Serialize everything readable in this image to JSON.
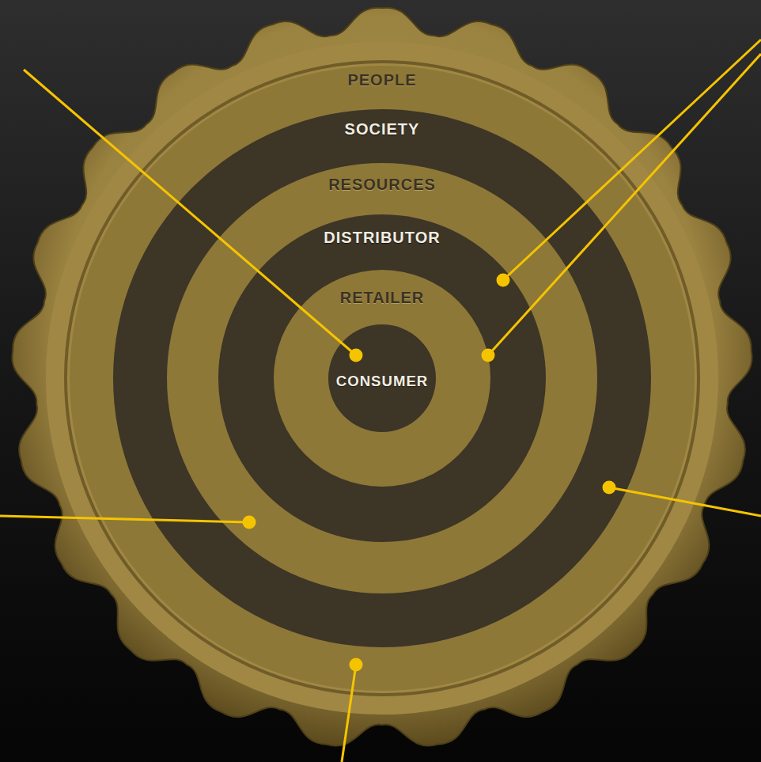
{
  "diagram": {
    "nodes": [
      {
        "text": [
          "PEOPLE"
        ]
      },
      {
        "text": [
          "SOCIETY"
        ],
        "in": 0
      },
      {
        "text": [
          "RESOURCES"
        ],
        "in": 1
      },
      {
        "text": [
          "DISTRIBUTOR"
        ],
        "in": 2
      },
      {
        "text": [
          "RETAILER"
        ],
        "in": 3
      },
      {
        "text": [
          "CONSUMER"
        ],
        "in": 4
      }
    ]
  }
}
